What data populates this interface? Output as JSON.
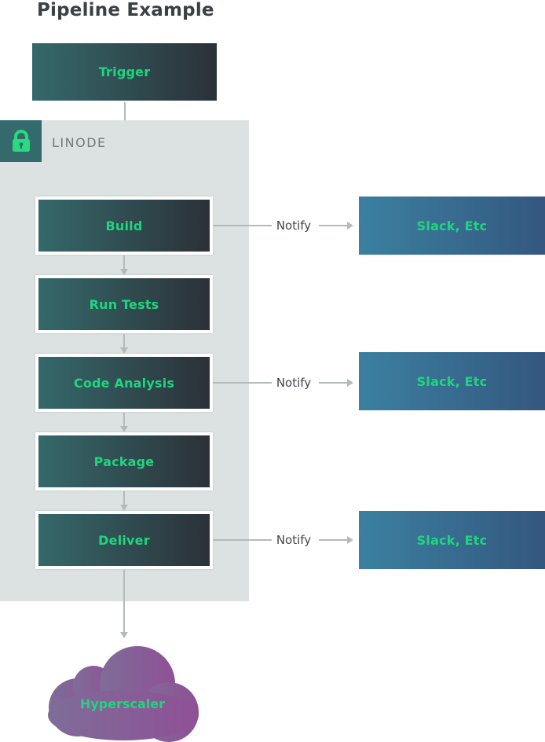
{
  "title": "Pipeline Example",
  "zone": {
    "label": "LINODE",
    "icon": "lock-icon"
  },
  "trigger": {
    "label": "Trigger"
  },
  "stages": [
    {
      "label": "Build",
      "notify": "Notify",
      "target": "Slack, Etc"
    },
    {
      "label": "Run Tests"
    },
    {
      "label": "Code Analysis",
      "notify": "Notify",
      "target": "Slack, Etc"
    },
    {
      "label": "Package"
    },
    {
      "label": "Deliver",
      "notify": "Notify",
      "target": "Slack, Etc"
    }
  ],
  "cloud": {
    "label": "Hyperscaler"
  },
  "colors": {
    "accent-green": "#1ed67e",
    "stage-from": "#35696b",
    "stage-to": "#2b3138",
    "slack-from": "#3b80a0",
    "slack-to": "#34577f",
    "zone-bg": "#dbe2e1",
    "badge-bg": "#356a6c",
    "cloud-from": "#7e6d98",
    "cloud-to": "#8f5096",
    "arrow": "#b4bab9",
    "title-color": "#3a4045",
    "zone-label-color": "#72797c",
    "notify-color": "#41464b"
  }
}
